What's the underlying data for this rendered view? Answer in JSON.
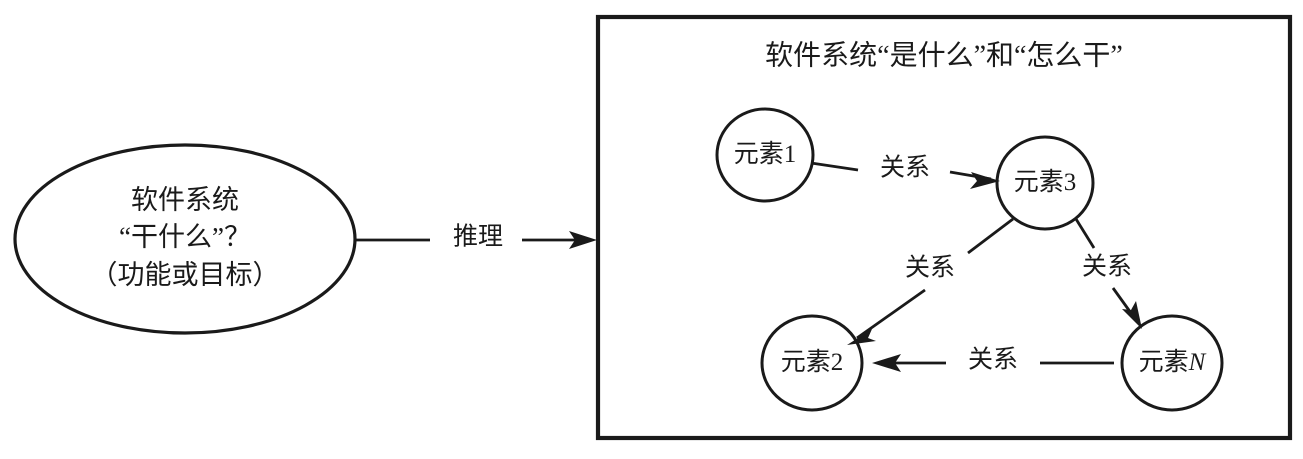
{
  "figure": {
    "source_ellipse": {
      "line1": "软件系统",
      "line2": "“干什么”？",
      "line3": "（功能或目标）"
    },
    "transition": {
      "label": "推理"
    },
    "frame": {
      "title": "软件系统“是什么”和“怎么干”",
      "nodes": [
        {
          "id": "element-1",
          "prefix": "元素",
          "suffix": "1"
        },
        {
          "id": "element-3",
          "prefix": "元素",
          "suffix": "3"
        },
        {
          "id": "element-2",
          "prefix": "元素",
          "suffix": "2"
        },
        {
          "id": "element-n",
          "prefix": "元素",
          "suffix": "N"
        }
      ],
      "edges": [
        {
          "id": "edge-1-to-3",
          "label": "关系"
        },
        {
          "id": "edge-3-to-2",
          "label": "关系"
        },
        {
          "id": "edge-3-to-n",
          "label": "关系"
        },
        {
          "id": "edge-n-to-2",
          "label": "关系"
        }
      ]
    },
    "colors": {
      "stroke": "#1a1a1a",
      "background": "#ffffff"
    }
  }
}
